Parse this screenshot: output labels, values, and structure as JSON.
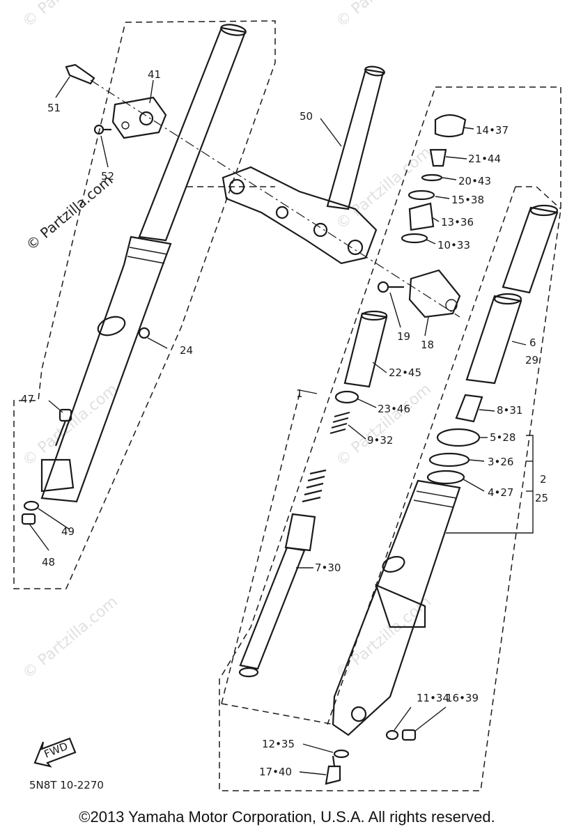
{
  "watermark_text": "© Partzilla.com",
  "fwd_text": "FWD",
  "diagram_code": "5N8T 10-2270",
  "copyright": "©2013  Yamaha Motor Corporation, U.S.A. All rights reserved.",
  "labels": {
    "l51": "51",
    "l41": "41",
    "l52": "52",
    "l24": "24",
    "l47": "47",
    "l49": "49",
    "l48": "48",
    "l50": "50",
    "l14": "14•37",
    "l21": "21•44",
    "l20": "20•43",
    "l15": "15•38",
    "l13": "13•36",
    "l10": "10•33",
    "l19": "19",
    "l18": "18",
    "l6": "6",
    "l29": "29",
    "l22": "22•45",
    "l1": "1",
    "l23": "23•46",
    "l8": "8•31",
    "l9": "9•32",
    "l5": "5•28",
    "l3": "3•26",
    "l2": "2",
    "l4": "4•27",
    "l25": "25",
    "l7": "7•30",
    "l11": "11•34",
    "l16": "16•39",
    "l12": "12•35",
    "l17": "17•40"
  }
}
